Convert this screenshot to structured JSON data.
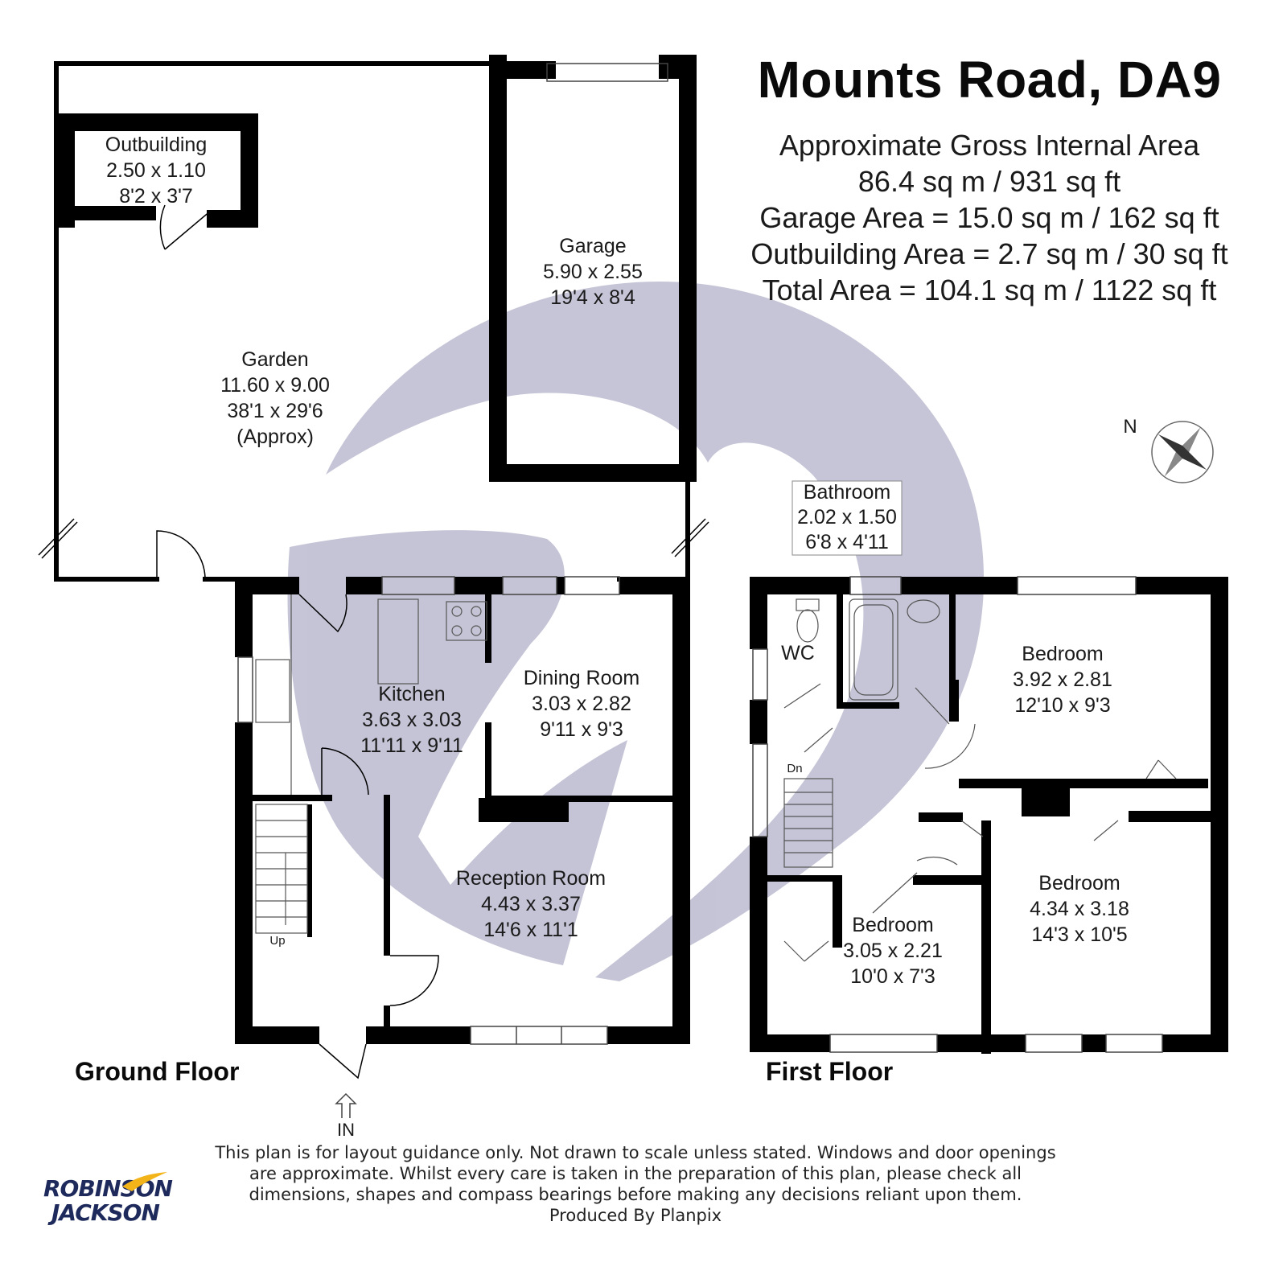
{
  "header": {
    "title": "Mounts Road, DA9",
    "area_lines": [
      "Approximate Gross Internal Area",
      "86.4 sq m / 931 sq ft",
      "Garage Area = 15.0 sq m / 162 sq ft",
      "Outbuilding Area =  2.7 sq m / 30 sq ft",
      "Total Area = 104.1 sq m / 1122 sq ft"
    ]
  },
  "compass": {
    "label": "N"
  },
  "floors": {
    "ground": "Ground Floor",
    "first": "First Floor"
  },
  "markers": {
    "entrance": "IN",
    "stairs_up": "Up",
    "stairs_down": "Dn"
  },
  "rooms": {
    "outbuilding": {
      "name": "Outbuilding",
      "metric": "2.50 x 1.10",
      "imperial": "8'2 x 3'7"
    },
    "garage": {
      "name": "Garage",
      "metric": "5.90 x 2.55",
      "imperial": "19'4 x 8'4"
    },
    "garden": {
      "name": "Garden",
      "metric": "11.60 x 9.00",
      "imperial": "38'1 x 29'6",
      "note": "(Approx)"
    },
    "kitchen": {
      "name": "Kitchen",
      "metric": "3.63 x 3.03",
      "imperial": "11'11 x 9'11"
    },
    "dining": {
      "name": "Dining Room",
      "metric": "3.03 x 2.82",
      "imperial": "9'11 x 9'3"
    },
    "reception": {
      "name": "Reception Room",
      "metric": "4.43 x 3.37",
      "imperial": "14'6 x 11'1"
    },
    "bathroom": {
      "name": "Bathroom",
      "metric": "2.02 x 1.50",
      "imperial": "6'8 x 4'11"
    },
    "wc": {
      "name": "WC"
    },
    "bedroom1": {
      "name": "Bedroom",
      "metric": "3.92 x 2.81",
      "imperial": "12'10 x 9'3"
    },
    "bedroom2": {
      "name": "Bedroom",
      "metric": "4.34 x 3.18",
      "imperial": "14'3 x 10'5"
    },
    "bedroom3": {
      "name": "Bedroom",
      "metric": "3.05 x 2.21",
      "imperial": "10'0 x 7'3"
    }
  },
  "disclaimer": [
    "This plan is for layout guidance only. Not drawn to scale unless stated. Windows and door openings",
    "are approximate. Whilst every care is taken in the preparation of this plan, please check all",
    "dimensions, shapes and compass bearings before making any decisions reliant upon them.",
    "Produced By Planpix"
  ],
  "logo": {
    "line1": "ROBINSON",
    "line2": "JACKSON"
  },
  "colors": {
    "wall": "#000000",
    "watermark": "#3f3f7a",
    "brand": "#1e2a5c",
    "brand_accent": "#f2b418"
  }
}
